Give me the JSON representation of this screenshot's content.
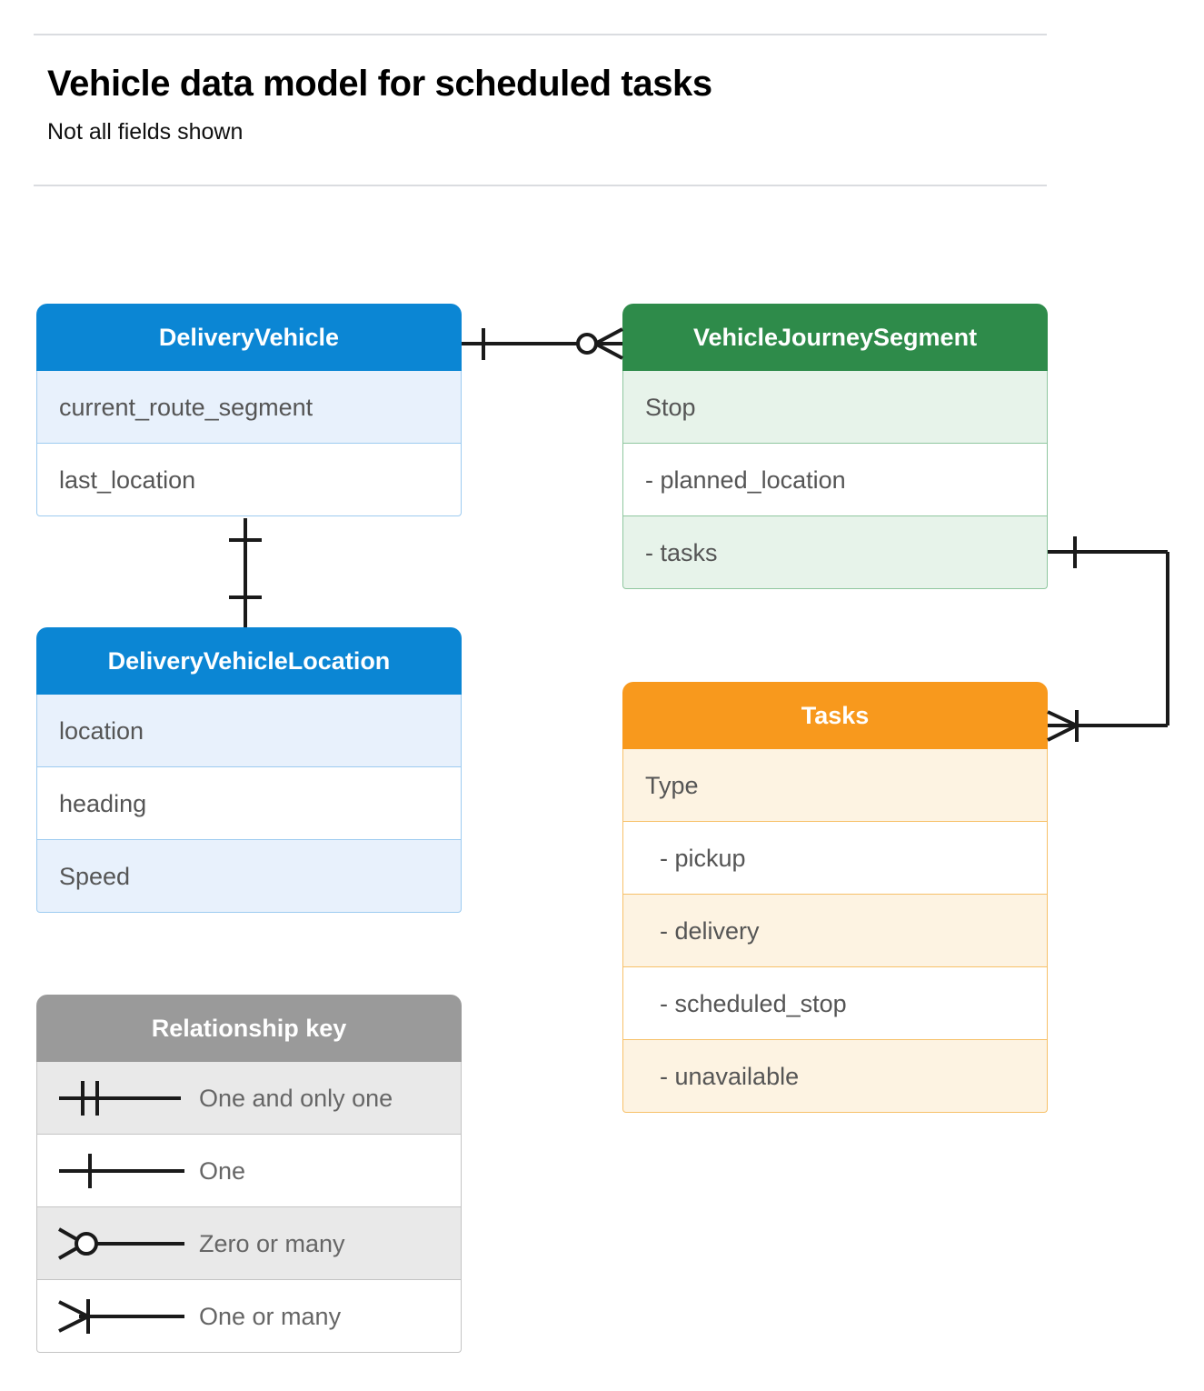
{
  "header": {
    "title": "Vehicle data model for scheduled tasks",
    "subtitle": "Not all fields shown"
  },
  "colors": {
    "blue": "#0b86d4",
    "blue_tint": "#e8f1fc",
    "blue_border": "#9dcbf0",
    "green": "#2e8b4a",
    "green_tint": "#e7f3ea",
    "green_border": "#8fc79f",
    "orange": "#f8991d",
    "orange_tint": "#fdf3e2",
    "orange_border": "#f7c169",
    "gray": "#9a9a9a",
    "gray_tint": "#e9e9e9",
    "gray_border": "#c4c4c4",
    "text": "#555555",
    "rule": "#dadce0",
    "connector": "#1a1a1a"
  },
  "entities": [
    {
      "id": "delivery-vehicle",
      "name": "DeliveryVehicle",
      "theme": "blue",
      "rows": [
        {
          "label": "current_route_segment",
          "tint": true,
          "indent": false
        },
        {
          "label": "last_location",
          "tint": false,
          "indent": false
        }
      ]
    },
    {
      "id": "vehicle-journey-segment",
      "name": "VehicleJourneySegment",
      "theme": "green",
      "rows": [
        {
          "label": "Stop",
          "tint": true,
          "indent": false
        },
        {
          "label": "-  planned_location",
          "tint": false,
          "indent": false
        },
        {
          "label": "- tasks",
          "tint": true,
          "indent": false
        }
      ]
    },
    {
      "id": "delivery-vehicle-location",
      "name": "DeliveryVehicleLocation",
      "theme": "blue",
      "rows": [
        {
          "label": "location",
          "tint": true,
          "indent": false
        },
        {
          "label": "heading",
          "tint": false,
          "indent": false
        },
        {
          "label": "Speed",
          "tint": true,
          "indent": false
        }
      ]
    },
    {
      "id": "tasks",
      "name": "Tasks",
      "theme": "orange",
      "rows": [
        {
          "label": "Type",
          "tint": true,
          "indent": false
        },
        {
          "label": "-  pickup",
          "tint": false,
          "indent": true
        },
        {
          "label": "-  delivery",
          "tint": true,
          "indent": true
        },
        {
          "label": "-  scheduled_stop",
          "tint": false,
          "indent": true
        },
        {
          "label": "-  unavailable",
          "tint": true,
          "indent": true
        }
      ]
    }
  ],
  "relationship_key": {
    "title": "Relationship key",
    "rows": [
      {
        "label": "One and only one",
        "symbol": "one-and-only-one",
        "tint": true
      },
      {
        "label": "One",
        "symbol": "one",
        "tint": false
      },
      {
        "label": "Zero or many",
        "symbol": "zero-or-many",
        "tint": true
      },
      {
        "label": "One or many",
        "symbol": "one-or-many",
        "tint": false
      }
    ]
  },
  "relationships": [
    {
      "id": "deliveryvehicle-to-journeysegment",
      "from": "DeliveryVehicle",
      "to": "VehicleJourneySegment",
      "from_cardinality": "One",
      "to_cardinality": "Zero or many"
    },
    {
      "id": "deliveryvehicle-to-vehiclelocation",
      "from": "DeliveryVehicle",
      "to": "DeliveryVehicleLocation",
      "from_cardinality": "One",
      "to_cardinality": "One"
    },
    {
      "id": "journeysegment-tasks-to-tasks",
      "from": "VehicleJourneySegment.tasks",
      "to": "Tasks",
      "from_cardinality": "One",
      "to_cardinality": "One or many"
    }
  ]
}
